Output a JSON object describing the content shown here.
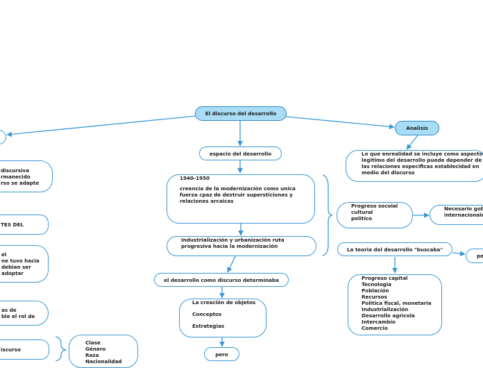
{
  "colors": {
    "edge": "#3a98d6",
    "main_fill": "#a9ddf6",
    "node_border": "#3a98d6"
  },
  "root": "El discurso del desarrollo",
  "analisis": "Analisis",
  "analisis_text": [
    "Lo que enrealidad se incluye como aspecto",
    "legitimo  del desarrollo puede depender de",
    "las relaciones especificas establecidad en",
    "medio del discurso"
  ],
  "espacio": "espacio del desarrollo",
  "period": [
    "1940-1950",
    "",
    "creencia de la modernización como unica",
    "fuerza cpaz de destruir supersticiones y",
    "relaciones arcaicas"
  ],
  "industrializacion": [
    "Industrialización y urbanización ruta",
    "progresiva hacia la modernización"
  ],
  "discurso_det": "el desarrollo como discurso determinaba",
  "creacion": [
    "La creación de objetos",
    "Conceptos",
    "Estrategias"
  ],
  "pero": "pero",
  "progreso": [
    "Progreso socoial",
    "cultural",
    "politico"
  ],
  "necesario": [
    "Necesario gobi",
    "internacionale"
  ],
  "teoria": "La teoria del desarrollo \"buscaba\"",
  "pe": "pe",
  "capital_list": [
    "Progreso capital",
    "Tecnologia",
    "Población",
    "Recursos",
    "Politica fiscal, monetaria",
    "Industrialización",
    "Desarrollo agricola",
    "Intercambio",
    "Comercio"
  ],
  "left_discursiva": [
    "discursiva",
    "rmanecido",
    "rso se adapte"
  ],
  "left_tes": "TES DEL",
  "left_tuvo": [
    "el",
    "ne tuvo hacia",
    "debian ser",
    "adoptar"
  ],
  "left_rol": [
    "as de",
    "ble el rol de"
  ],
  "left_discurso": "iscurso",
  "clase_list": [
    "Clase",
    "Género",
    "Raza",
    "Nacionalidad"
  ]
}
